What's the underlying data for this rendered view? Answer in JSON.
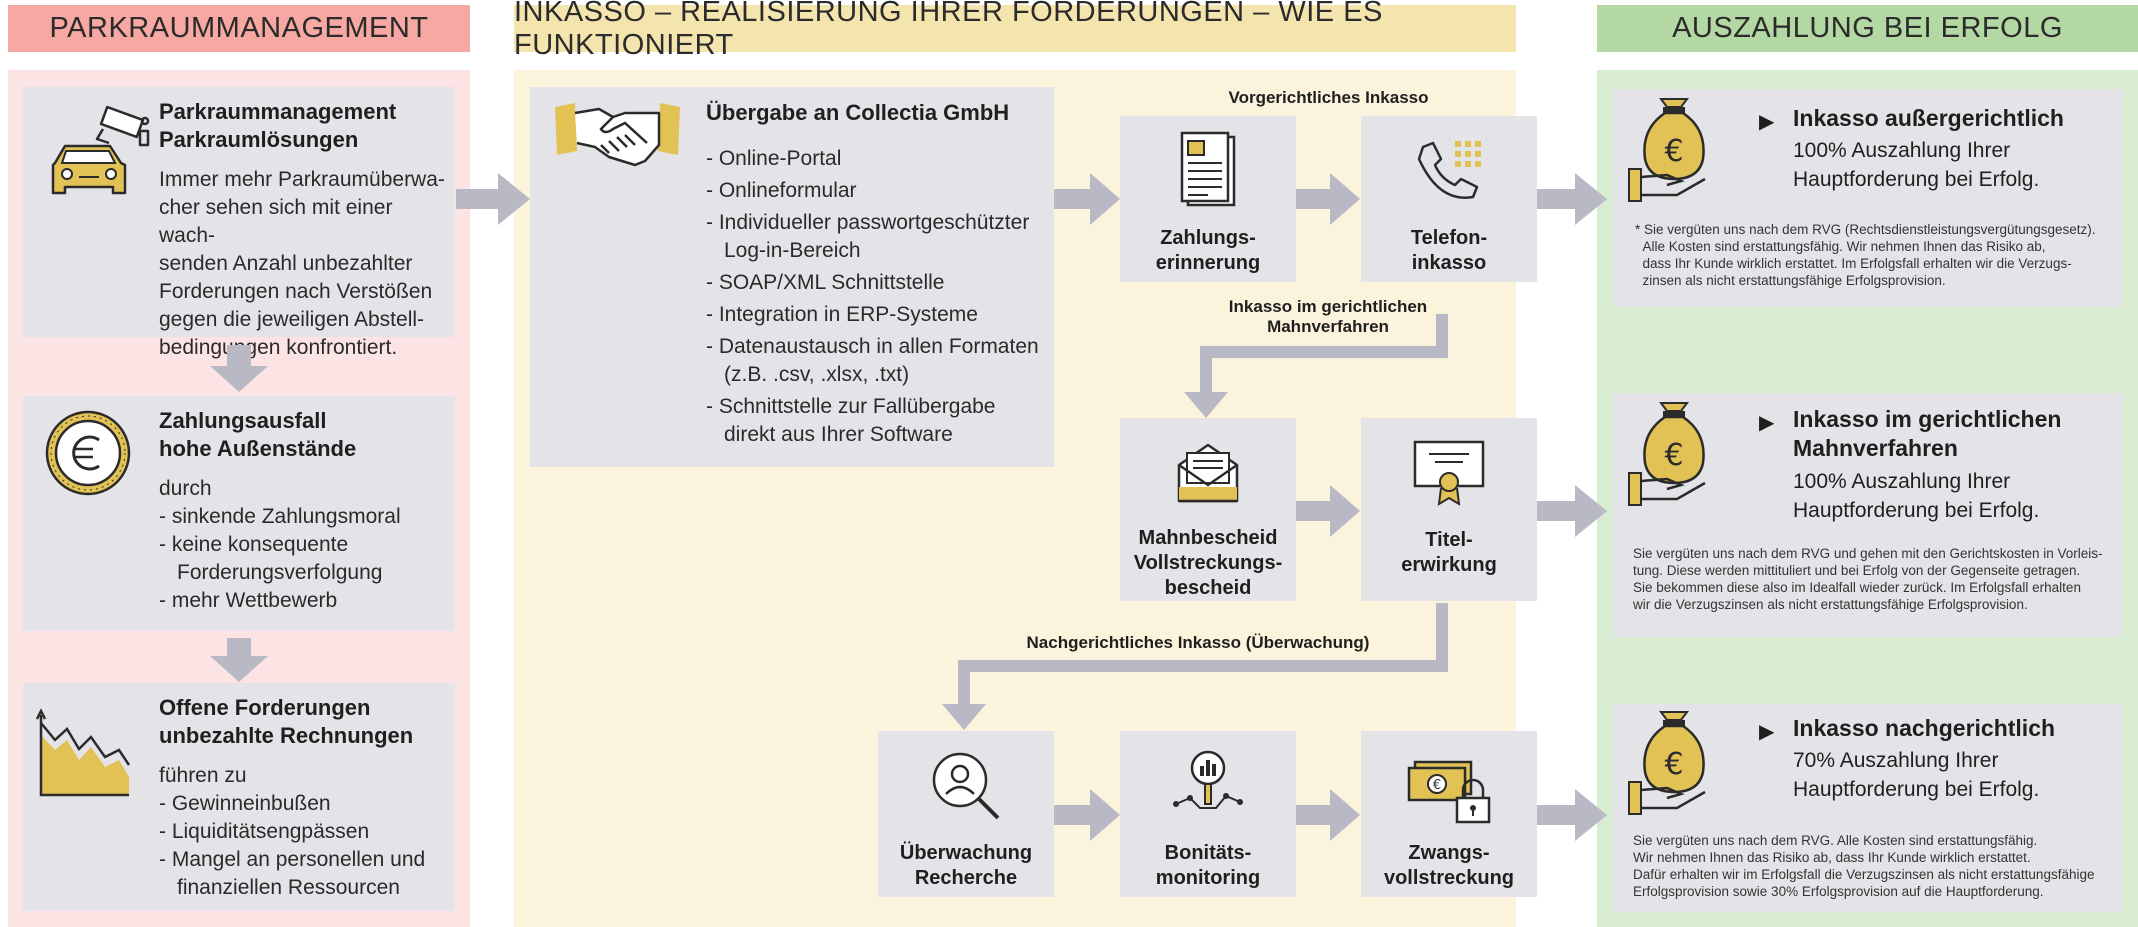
{
  "colors": {
    "pink_bg": "#fde4e4",
    "pink_header": "#f7a8a3",
    "cream_bg": "#fcf3dc",
    "cream_header": "#f4e4ad",
    "green_bg": "#d8ecd2",
    "green_header": "#b3d8a3",
    "card": "#e4e4e8",
    "arrow": "#b9b9c6",
    "gold": "#e2c255"
  },
  "headers": {
    "left": "PARKRAUMMANAGEMENT",
    "middle": "INKASSO – REALISIERUNG IHRER FORDERUNGEN – WIE ES FUNKTIONIERT",
    "right": "AUSZAHLUNG BEI ERFOLG"
  },
  "left": {
    "card1": {
      "icon": "camera-car-icon",
      "title": "Parkraummanagement\nParkraumlösungen",
      "text": "Immer mehr Parkraumüberwa-\ncher sehen sich mit einer wach-\nsenden Anzahl unbezahlter\nForderungen nach Verstößen\ngegen die jeweiligen Abstell-\nbedingungen konfrontiert."
    },
    "card2": {
      "icon": "euro-coin-icon",
      "title": "Zahlungsausfall\nhohe Außenstände",
      "intro": "durch",
      "items": [
        "sinkende Zahlungsmoral",
        "keine konsequente Forderungsverfolgung",
        "mehr Wettbewerb"
      ]
    },
    "card3": {
      "icon": "declining-chart-icon",
      "title": "Offene Forderungen\nunbezahlte Rechnungen",
      "intro": "führen zu",
      "items": [
        "Gewinneinbußen",
        "Liquiditätsengpässen",
        "Mangel an personellen und finanziellen Ressourcen"
      ]
    }
  },
  "middle": {
    "handover": {
      "icon": "handshake-icon",
      "title": "Übergabe an Collectia GmbH",
      "items": [
        "Online-Portal",
        "Onlineformular",
        "Individueller passwortgeschützter Log-in-Bereich",
        "SOAP/XML Schnittstelle",
        "Integration in ERP-Systeme",
        "Datenaustausch in allen Formaten (z.B. .csv, .xlsx, .txt)",
        "Schnittstelle zur Fallübergabe direkt aus Ihrer Software"
      ]
    },
    "flow_labels": {
      "pre": "Vorgerichtliches Inkasso",
      "court": "Inkasso im gerichtlichen\nMahnverfahren",
      "post": "Nachgerichtliches Inkasso (Überwachung)"
    },
    "steps": {
      "reminder": {
        "icon": "document-icon",
        "label": "Zahlungs-\nerinnerung"
      },
      "phone": {
        "icon": "phone-icon",
        "label": "Telefon-\ninkasso"
      },
      "dunning": {
        "icon": "envelope-icon",
        "label": "Mahnbescheid\nVollstreckungs-\nbescheid"
      },
      "title": {
        "icon": "certificate-icon",
        "label": "Titel-\nerwirkung"
      },
      "monitoring": {
        "icon": "person-search-icon",
        "label": "Überwachung\nRecherche"
      },
      "credit": {
        "icon": "magnifier-chart-icon",
        "label": "Bonitäts-\nmonitoring"
      },
      "enforcement": {
        "icon": "money-lock-icon",
        "label": "Zwangs-\nvollstreckung"
      }
    }
  },
  "right": {
    "payout1": {
      "icon": "money-bag-icon",
      "title": "Inkasso außergerichtlich",
      "body": "100% Auszahlung Ihrer\nHauptforderung bei Erfolg.",
      "note": "* Sie vergüten uns nach dem RVG (Rechtsdienstleistungsvergütungsgesetz).\n  Alle Kosten sind erstattungsfähig. Wir nehmen Ihnen das Risiko ab,\n  dass Ihr Kunde wirklich erstattet. Im Erfolgsfall erhalten wir die Verzugs-\n  zinsen als nicht erstattungsfähige Erfolgsprovision."
    },
    "payout2": {
      "icon": "money-bag-icon",
      "title": "Inkasso im gerichtlichen\nMahnverfahren",
      "body": "100% Auszahlung Ihrer\nHauptforderung bei Erfolg.",
      "note": "Sie vergüten uns nach dem RVG und gehen mit den Gerichtskosten in Vorleis-\ntung. Diese werden mittituliert und bei Erfolg von der Gegenseite getragen.\nSie bekommen diese also im Idealfall wieder zurück. Im Erfolgsfall erhalten\nwir die Verzugszinsen als nicht erstattungsfähige Erfolgsprovision."
    },
    "payout3": {
      "icon": "money-bag-icon",
      "title": "Inkasso nachgerichtlich",
      "body": "70% Auszahlung Ihrer\nHauptforderung bei Erfolg.",
      "note": "Sie vergüten uns nach dem RVG. Alle Kosten sind erstattungsfähig.\nWir nehmen Ihnen das Risiko ab, dass Ihr Kunde wirklich erstattet.\nDafür erhalten wir im Erfolgsfall die Verzugszinsen als nicht erstattungsfähige\nErfolgsprovision sowie 30% Erfolgsprovision auf die Hauptforderung."
    }
  }
}
